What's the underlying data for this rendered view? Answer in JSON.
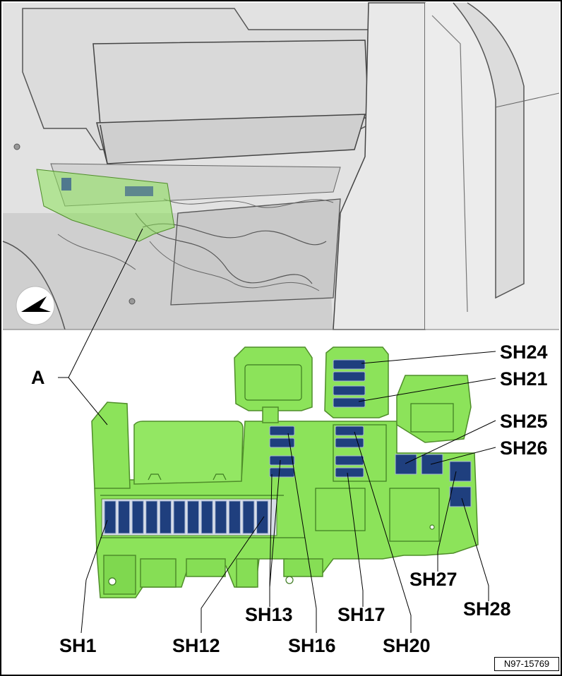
{
  "figure": {
    "id_label": "N97-15769",
    "callout_a": "A"
  },
  "fuses": {
    "sh1": "SH1",
    "sh12": "SH12",
    "sh13": "SH13",
    "sh16": "SH16",
    "sh17": "SH17",
    "sh20": "SH20",
    "sh21": "SH21",
    "sh24": "SH24",
    "sh25": "SH25",
    "sh26": "SH26",
    "sh27": "SH27",
    "sh28": "SH28"
  },
  "colors": {
    "holder_green": "#8ce35a",
    "holder_outline": "#4f8d2a",
    "fuse_blue": "#1f3f7e",
    "fuse_light": "#a9b8d6",
    "sketch_gray": "#d4d4d4"
  }
}
